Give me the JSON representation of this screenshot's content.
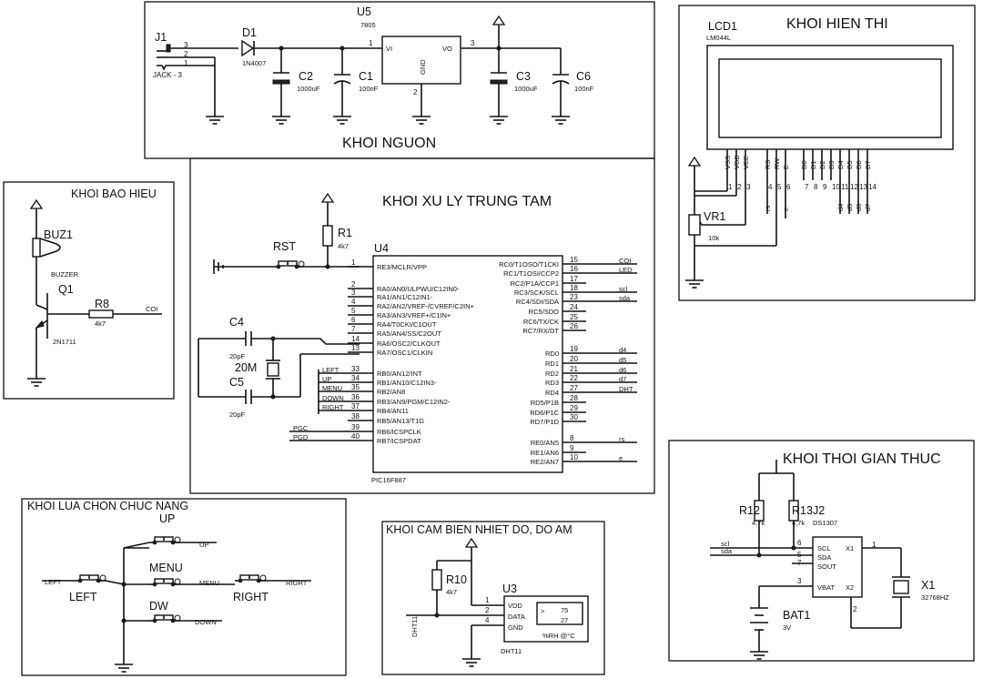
{
  "blocks": {
    "nguon": "KHOI NGUON",
    "hien_thi": "KHOI HIEN THI",
    "bao_hieu": "KHOI BAO HIEU",
    "xu_ly": "KHOI XU LY TRUNG TAM",
    "lua_chon": "KHOI LUA CHON CHUC NANG",
    "cam_bien": "KHOI CAM BIEN NHIET DO, DO AM",
    "thoi_gian": "KHOI THOI GIAN THUC"
  },
  "power": {
    "j1": "J1",
    "j1_value": "JACK - 3",
    "j1_pins": [
      "3",
      "2",
      "1"
    ],
    "d1": "D1",
    "d1_value": "1N4007",
    "u5": "U5",
    "u5_value": "7805",
    "u5_vi": "VI",
    "u5_vo": "VO",
    "u5_gnd": "GND",
    "u5_pin_in": "1",
    "u5_pin_out": "3",
    "u5_pin_gnd": "2",
    "c2": "C2",
    "c2_value": "1000uF",
    "c1": "C1",
    "c1_value": "100nF",
    "c3": "C3",
    "c3_value": "1000uF",
    "c6": "C6",
    "c6_value": "100nF"
  },
  "lcd": {
    "ref": "LCD1",
    "part": "LM044L",
    "pins": [
      "VSS",
      "VDD",
      "VEE",
      "RS",
      "RW",
      "E",
      "D0",
      "D1",
      "D2",
      "D3",
      "D4",
      "D5",
      "D6",
      "D7"
    ],
    "pin_numbers": [
      "1",
      "2",
      "3",
      "4",
      "5",
      "6",
      "7",
      "8",
      "9",
      "10",
      "11",
      "12",
      "13",
      "14"
    ],
    "net_labels": [
      "rs",
      "e",
      "d4",
      "d5",
      "d6",
      "d7"
    ],
    "vr1": "VR1",
    "vr1_value": "10k"
  },
  "alarm": {
    "buz": "BUZ1",
    "buz_value": "BUZZER",
    "q1": "Q1",
    "q1_value": "2N1711",
    "r8": "R8",
    "r8_value": "4k7",
    "net": "COI"
  },
  "mcu": {
    "u4": "U4",
    "part": "PIC16F887",
    "r1": "R1",
    "r1_value": "4k7",
    "rst": "RST",
    "c4": "C4",
    "c4_value": "20pF",
    "c5": "C5",
    "c5_value": "20pF",
    "xtal": "20M",
    "left_pins": [
      {
        "n": "1",
        "name": "RE3/MCLR/VPP"
      },
      {
        "n": "2",
        "name": "RA0/AN0/ULPWU/C12IN0-"
      },
      {
        "n": "3",
        "name": "RA1/AN1/C12IN1-"
      },
      {
        "n": "4",
        "name": "RA2/AN2/VREF-/CVREF/C2IN+"
      },
      {
        "n": "5",
        "name": "RA3/AN3/VREF+/C1IN+"
      },
      {
        "n": "6",
        "name": "RA4/T0CKI/C1OUT"
      },
      {
        "n": "7",
        "name": "RA5/AN4/SS/C2OUT"
      },
      {
        "n": "14",
        "name": "RA6/OSC2/CLKOUT"
      },
      {
        "n": "13",
        "name": "RA7/OSC1/CLKIN"
      },
      {
        "n": "33",
        "name": "RB0/AN12/INT"
      },
      {
        "n": "34",
        "name": "RB1/AN10/C12IN3-"
      },
      {
        "n": "35",
        "name": "RB2/AN8"
      },
      {
        "n": "36",
        "name": "RB3/AN9/PGM/C12IN2-"
      },
      {
        "n": "37",
        "name": "RB4/AN11"
      },
      {
        "n": "38",
        "name": "RB5/AN13/T1G"
      },
      {
        "n": "39",
        "name": "RB6/ICSPCLK"
      },
      {
        "n": "40",
        "name": "RB7/ICSPDAT"
      }
    ],
    "right_pins": [
      {
        "n": "15",
        "name": "RC0/T1OSO/T1CKI"
      },
      {
        "n": "16",
        "name": "RC1/T1OSI/CCP2"
      },
      {
        "n": "17",
        "name": "RC2/P1A/CCP1"
      },
      {
        "n": "18",
        "name": "RC3/SCK/SCL"
      },
      {
        "n": "23",
        "name": "RC4/SDI/SDA"
      },
      {
        "n": "24",
        "name": "RC5/SDO"
      },
      {
        "n": "25",
        "name": "RC6/TX/CK"
      },
      {
        "n": "26",
        "name": "RC7/RX/DT"
      },
      {
        "n": "19",
        "name": "RD0"
      },
      {
        "n": "20",
        "name": "RD1"
      },
      {
        "n": "21",
        "name": "RD2"
      },
      {
        "n": "22",
        "name": "RD3"
      },
      {
        "n": "27",
        "name": "RD4"
      },
      {
        "n": "28",
        "name": "RD5/P1B"
      },
      {
        "n": "29",
        "name": "RD6/P1C"
      },
      {
        "n": "30",
        "name": "RD7/P1D"
      },
      {
        "n": "8",
        "name": "RE0/AN5"
      },
      {
        "n": "9",
        "name": "RE1/AN6"
      },
      {
        "n": "10",
        "name": "RE2/AN7"
      }
    ],
    "left_nets": [
      "LEFT",
      "UP",
      "MENU",
      "DOWN",
      "RIGHT",
      "PGC",
      "PGD"
    ],
    "right_nets": [
      "COI",
      "LED",
      "scl",
      "sda",
      "d4",
      "d5",
      "d6",
      "d7",
      "DHT",
      "rs",
      "e"
    ]
  },
  "keys": {
    "up": "UP",
    "menu": "MENU",
    "dw": "DW",
    "left": "LEFT",
    "right": "RIGHT",
    "net_up": "UP",
    "net_menu": "MENU",
    "net_down": "DOWN",
    "net_left": "LEFT",
    "net_right": "RIGHT"
  },
  "sensor": {
    "r10": "R10",
    "r10_value": "4k7",
    "u3": "U3",
    "part": "DHT11",
    "pins": [
      "VDD",
      "DATA",
      "GND"
    ],
    "pin_numbers": [
      "1",
      "2",
      "4"
    ],
    "net": "DHT11",
    "hum": "75",
    "temp": "27",
    "units": "%RH @°C",
    "arrow": ">"
  },
  "rtc": {
    "r12": "R12",
    "r12_value": "4,7k",
    "r13": "R13",
    "r13_value": "4,7k",
    "u": "J2",
    "part": "DS1307",
    "pins_left": [
      "SCL",
      "SDA",
      "SOUT",
      "VBAT"
    ],
    "pins_right": [
      "X1",
      "X2"
    ],
    "pin_numbers": [
      "6",
      "5",
      "7",
      "3",
      "1",
      "2"
    ],
    "nets": [
      "scl",
      "sda"
    ],
    "x1": "X1",
    "x1_value": "32768HZ",
    "bat": "BAT1",
    "bat_value": "3V"
  }
}
